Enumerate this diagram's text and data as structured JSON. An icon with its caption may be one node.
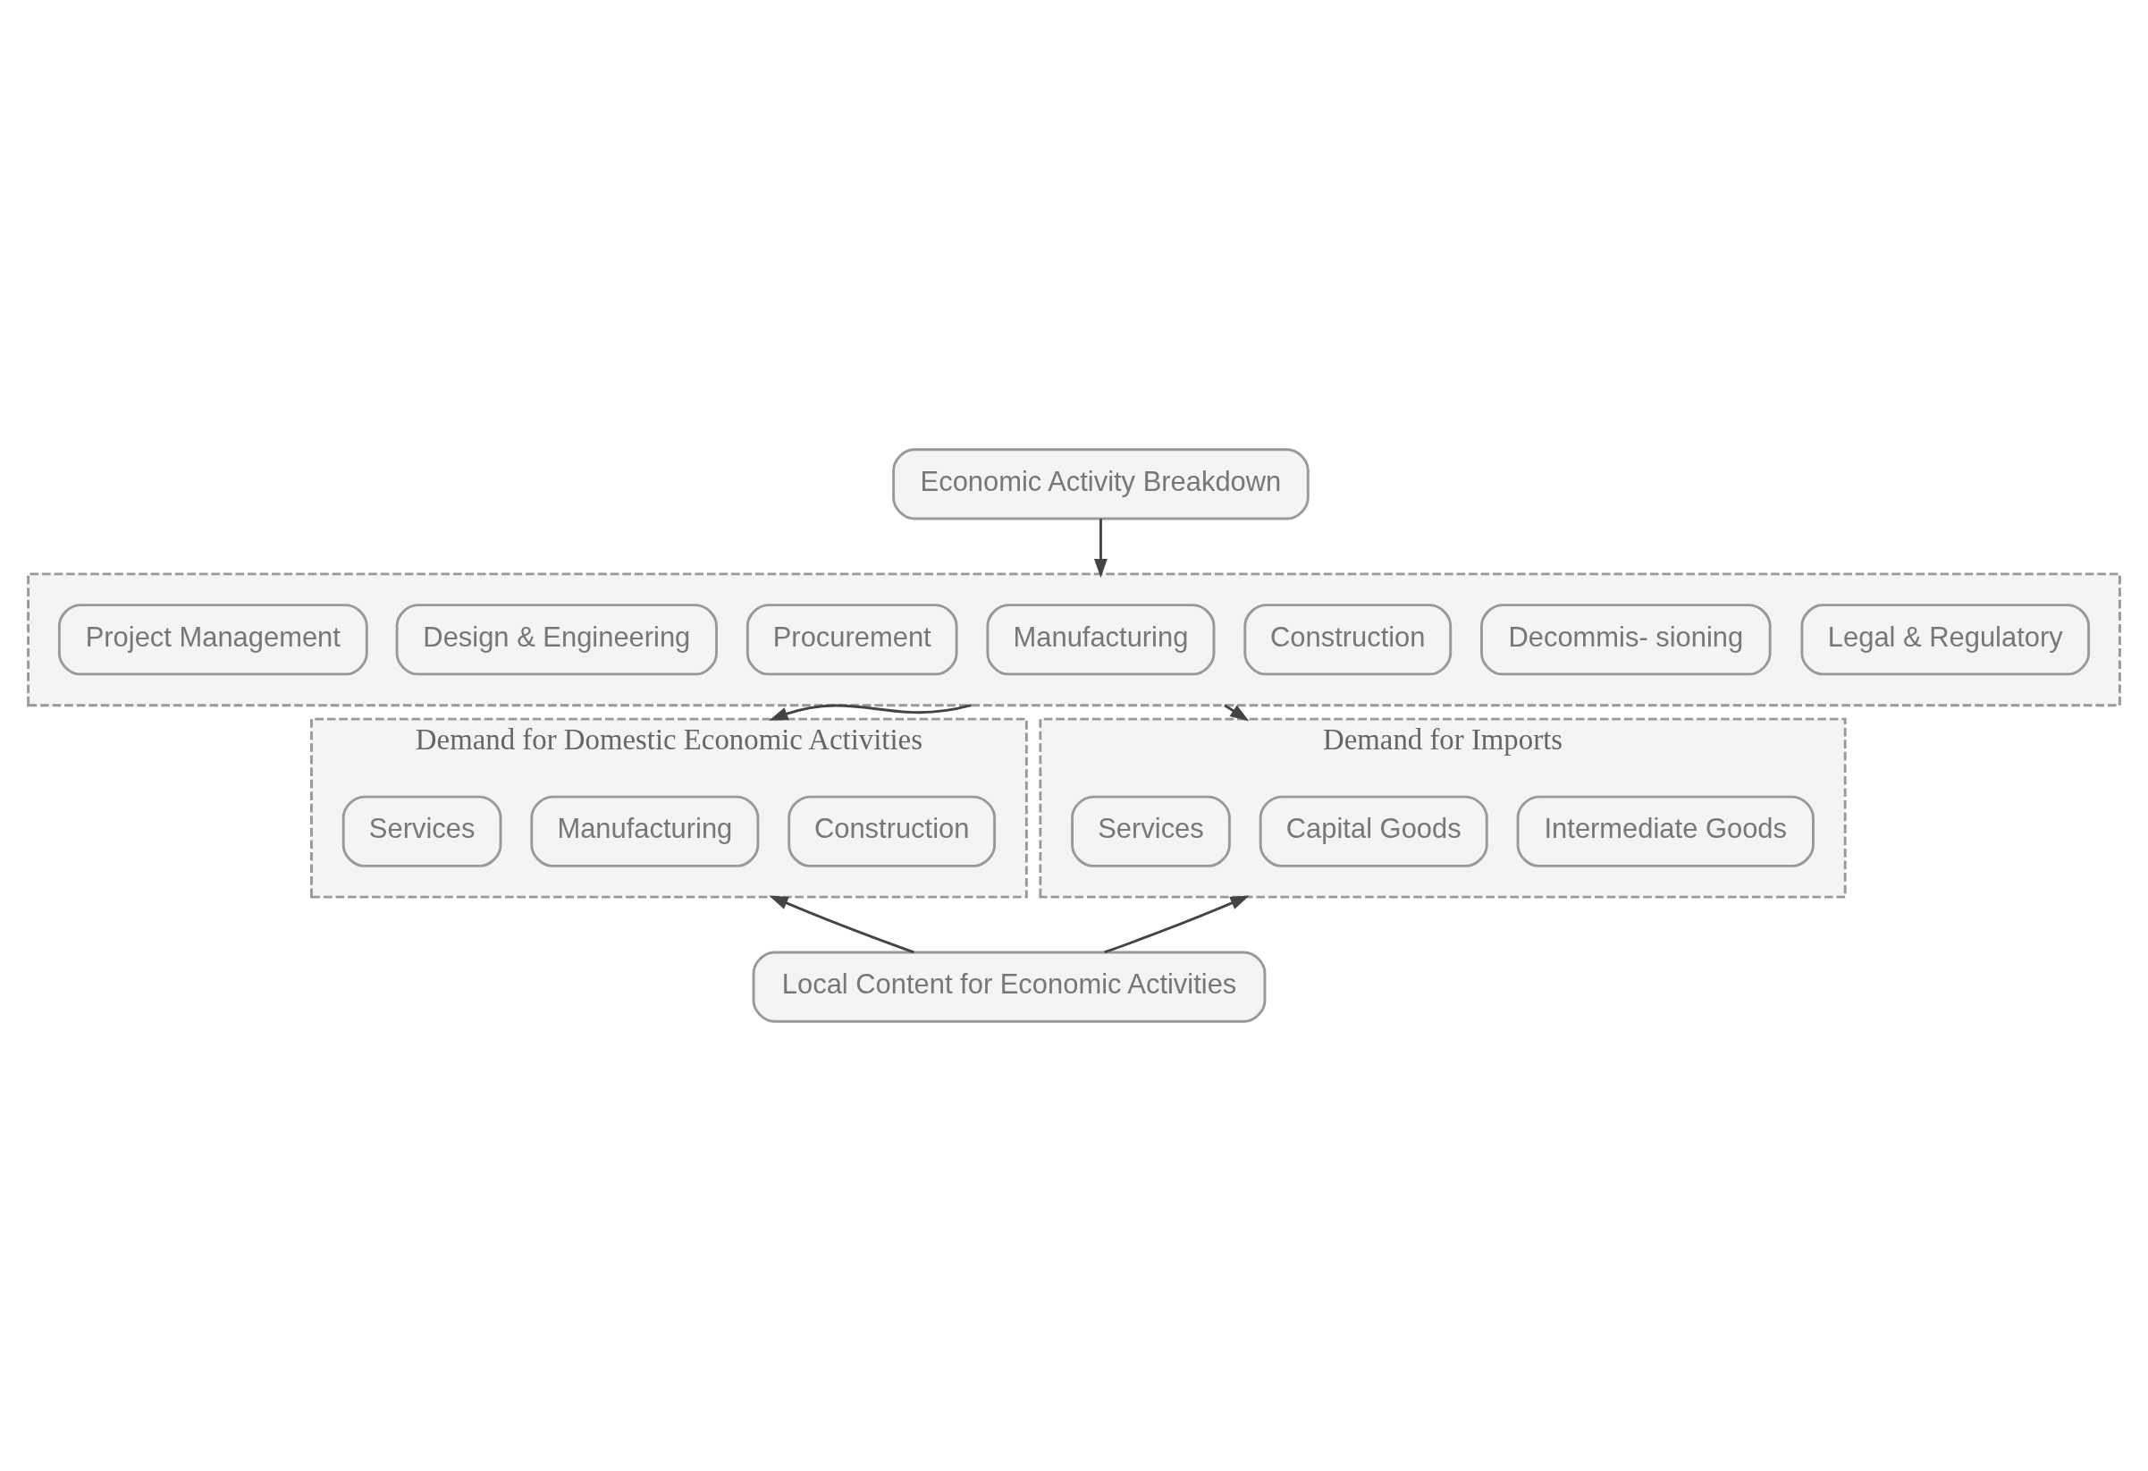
{
  "diagram": {
    "nodes": [
      {
        "text": [
          "Economic Activity Breakdown"
        ]
      },
      {
        "text": [],
        "shape": "box"
      },
      {
        "text": [
          "Project Management"
        ],
        "in": 1
      },
      {
        "text": [
          "Design & Engineering"
        ],
        "in": 1
      },
      {
        "text": [
          "Procurement"
        ],
        "in": 1
      },
      {
        "text": [
          "Manufacturing"
        ],
        "in": 1
      },
      {
        "text": [
          "Construction"
        ],
        "in": 1
      },
      {
        "text": [
          "Decommis- sioning"
        ],
        "in": 1
      },
      {
        "text": [
          "Legal & Regulatory"
        ],
        "in": 1
      },
      {
        "text": [
          "Demand for Domestic Economic Activities"
        ]
      },
      {
        "text": [
          "Services"
        ],
        "in": 9
      },
      {
        "text": [
          "Manufacturing"
        ],
        "in": 9
      },
      {
        "text": [
          "Construction"
        ],
        "in": 9
      },
      {
        "text": [
          "Demand for Imports"
        ]
      },
      {
        "text": [
          "Services"
        ],
        "in": 13
      },
      {
        "text": [
          "Capital Goods"
        ],
        "in": 13
      },
      {
        "text": [
          "Intermediate Goods"
        ],
        "in": 13
      },
      {
        "text": [
          "Local Content for Economic Activities"
        ]
      }
    ],
    "edges": [
      {
        "from": 0,
        "to": 1,
        "arrow": "to"
      },
      {
        "from": 1,
        "to": 9,
        "arrow": "to"
      },
      {
        "from": 1,
        "to": 13,
        "arrow": "to"
      },
      {
        "from": 17,
        "to": 9,
        "arrow": "to"
      },
      {
        "from": 17,
        "to": 13,
        "arrow": "to"
      }
    ]
  }
}
